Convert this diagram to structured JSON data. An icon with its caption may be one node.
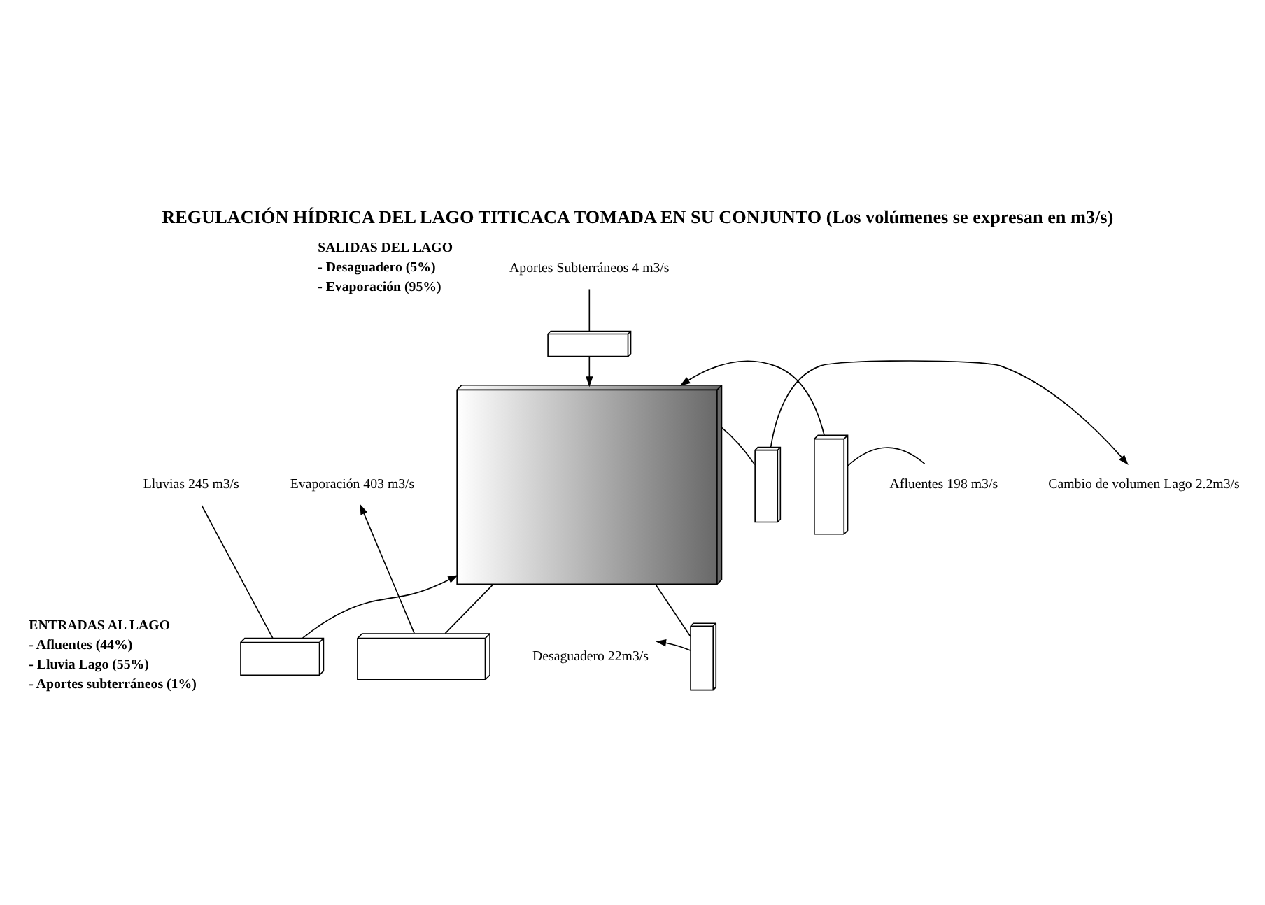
{
  "diagram": {
    "title": "REGULACIÓN HÍDRICA DEL LAGO TITICACA TOMADA EN SU CONJUNTO (Los volúmenes se expresan en m3/s)",
    "nodes": [
      {
        "text": [],
        "shape": "box"
      },
      {
        "text": [
          "Lluvias 245 m3/s"
        ]
      },
      {
        "text": [],
        "shape": "box"
      },
      {
        "text": [
          "Evaporación 403 m3/s"
        ]
      },
      {
        "text": [],
        "shape": "box"
      },
      {
        "text": [
          "Cambio de volumen Lago 2.2m3/s"
        ]
      },
      {
        "text": [],
        "shape": "box"
      },
      {
        "text": [
          "Desaguadero 22m3/s"
        ]
      },
      {
        "text": [],
        "shape": "box"
      },
      {
        "text": [
          "Afluentes 198 m3/s"
        ]
      },
      {
        "text": [],
        "shape": "box"
      },
      {
        "text": [],
        "shape": "box"
      },
      {
        "text": [
          "Aportes Subterráneos 4 m3/s"
        ]
      }
    ],
    "edges": [
      {
        "from": 1,
        "to": 2,
        "arrow": "none"
      },
      {
        "from": 2,
        "to": 0,
        "arrow": "to"
      },
      {
        "from": 0,
        "to": 4,
        "arrow": "none"
      },
      {
        "from": 4,
        "to": 3,
        "arrow": "to"
      },
      {
        "from": 0,
        "to": 6,
        "arrow": "none"
      },
      {
        "from": 6,
        "to": 5,
        "arrow": "to"
      },
      {
        "from": 0,
        "to": 8,
        "arrow": "none"
      },
      {
        "from": 8,
        "to": 7,
        "arrow": "to"
      },
      {
        "from": 9,
        "to": 10,
        "arrow": "none"
      },
      {
        "from": 10,
        "to": 0,
        "arrow": "to"
      },
      {
        "from": 12,
        "to": 11,
        "arrow": "none"
      },
      {
        "from": 11,
        "to": 0,
        "arrow": "to"
      }
    ],
    "labels": [
      "ENTRADAS AL LAGO",
      "- Afluentes (44%)",
      "- Lluvia Lago (55%)",
      "- Aportes subterráneos (1%)",
      "SALIDAS DEL LAGO",
      "- Desaguadero (5%)",
      "- Evaporación (95%)"
    ]
  }
}
